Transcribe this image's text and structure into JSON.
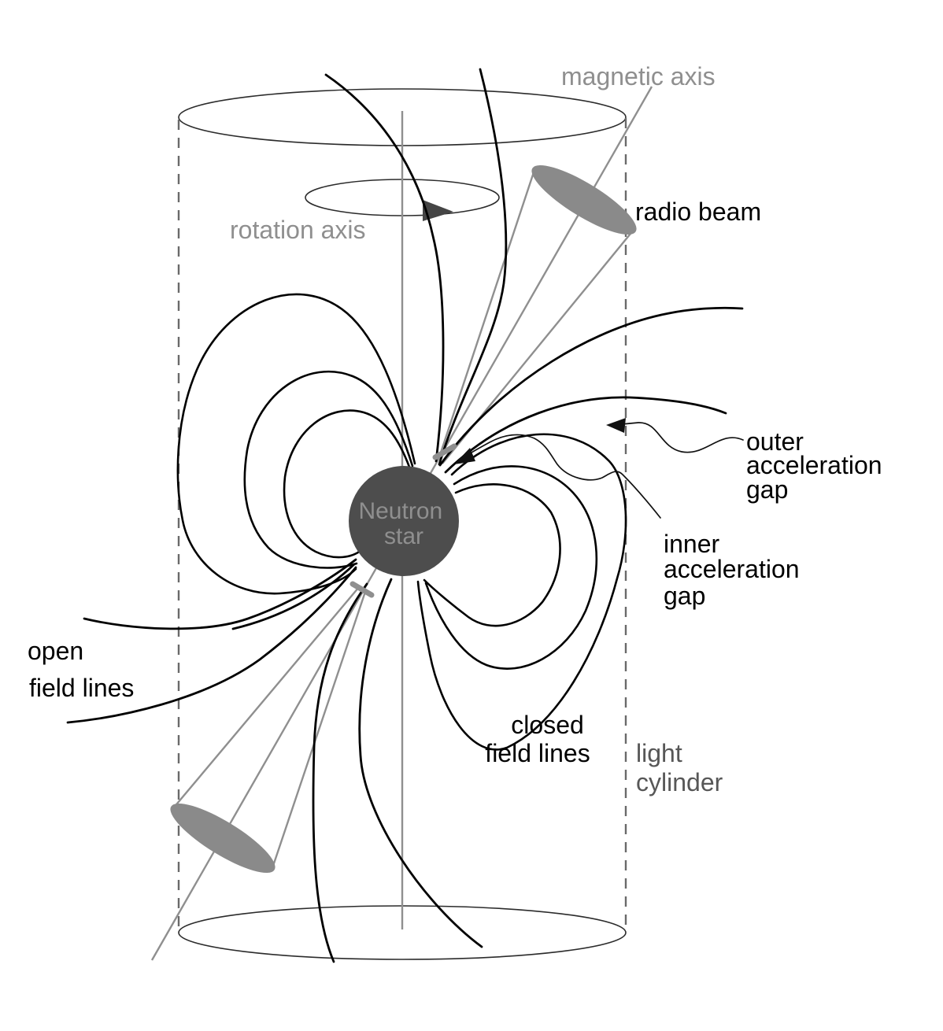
{
  "diagram": {
    "labels": {
      "magnetic_axis": "magnetic axis",
      "rotation_axis": "rotation axis",
      "radio_beam": "radio beam",
      "neutron_star": {
        "line1": "Neutron",
        "line2": "star"
      },
      "outer_acceleration_gap": {
        "line1": "outer",
        "line2": "acceleration",
        "line3": "gap"
      },
      "inner_acceleration_gap": {
        "line1": "inner",
        "line2": "acceleration",
        "line3": "gap"
      },
      "open_field_lines": {
        "line1": "open",
        "line2": "field lines"
      },
      "closed_field_lines": {
        "line1": "closed",
        "line2": "field lines"
      },
      "light_cylinder": {
        "line1": "light",
        "line2": "cylinder"
      }
    },
    "colors": {
      "field_line": "#000000",
      "thin_line": "#2b2b2b",
      "dashed_line": "#6a6a6a",
      "gray_line": "#8f8f8f",
      "beam_fill": "#8a8a8a",
      "star_fill": "#4d4d4d",
      "star_label": "#8f8f8f",
      "axis_label": "#8f8f8f",
      "dark_label": "#000000",
      "light_cylinder_label": "#575757",
      "leader_line": "#111111",
      "rotation_arrow": "#454545"
    }
  }
}
